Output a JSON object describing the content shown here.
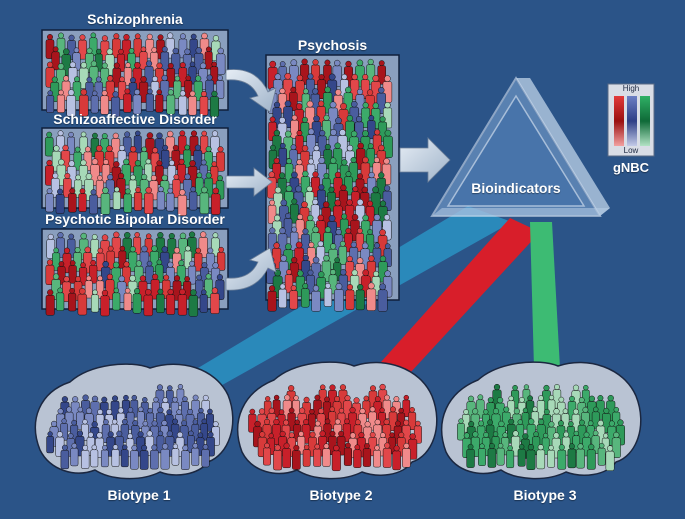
{
  "groups": {
    "schizophrenia": "Schizophrenia",
    "schizoaffective": "Schizoaffective Disorder",
    "bipolar": "Psychotic Bipolar Disorder"
  },
  "psychosis_label": "Psychosis",
  "bioindicators_label": "Bioindicators",
  "legend": {
    "high": "High",
    "low": "Low",
    "name": "gNBC"
  },
  "biotypes": [
    "Biotype 1",
    "Biotype 2",
    "Biotype 3"
  ],
  "colors": {
    "background": "#2b5488",
    "red": "#c8202a",
    "blue": "#4a5d9e",
    "green": "#2e9a5a",
    "beam_blue": "#2a8fc0",
    "beam_red": "#d81e2a",
    "beam_green": "#3dbb73"
  }
}
